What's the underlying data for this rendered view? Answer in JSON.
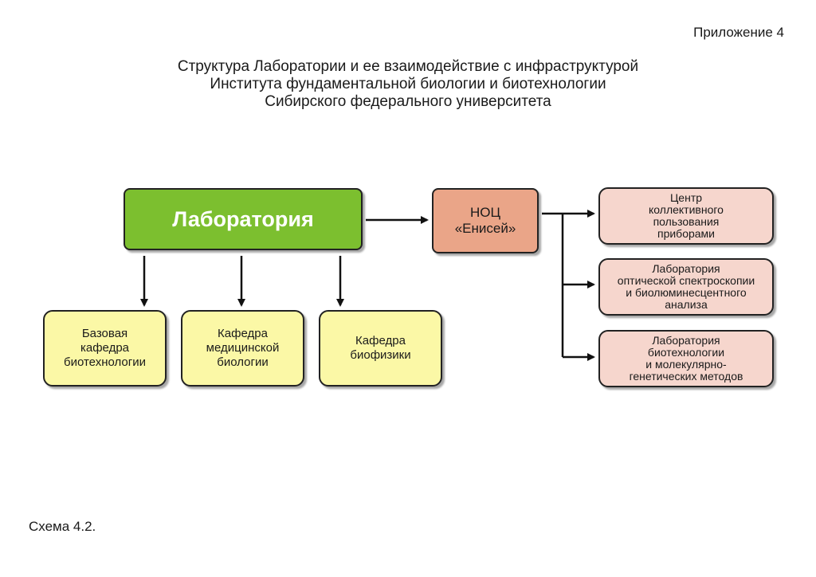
{
  "header": {
    "appendix": "Приложение 4",
    "title_lines": [
      "Структура Лаборатории и ее взаимодействие с инфраструктурой",
      "Института фундаментальной биологии и биотехнологии",
      "Сибирского федерального университета"
    ]
  },
  "nodes": {
    "laboratory": "Лаборатория",
    "noc": "НОЦ\n«Енисей»",
    "dept_biotech": "Базовая\nкафедра\nбиотехнологии",
    "dept_medbio": "Кафедра\nмедицинской\nбиологии",
    "dept_biophys": "Кафедра\nбиофизики",
    "center_shared": "Центр\nколлективного\nпользования\nприборами",
    "lab_optical": "Лаборатория\nоптической спектроскопии\nи биолюминесцентного\nанализа",
    "lab_molgen": "Лаборатория\nбиотехнологии\nи молекулярно-\nгенетических методов"
  },
  "caption": "Схема 4.2.",
  "colors": {
    "laboratory": "#7cbf2f",
    "noc": "#eaa588",
    "departments": "#fbf8a6",
    "subunits": "#f6d6cd"
  }
}
